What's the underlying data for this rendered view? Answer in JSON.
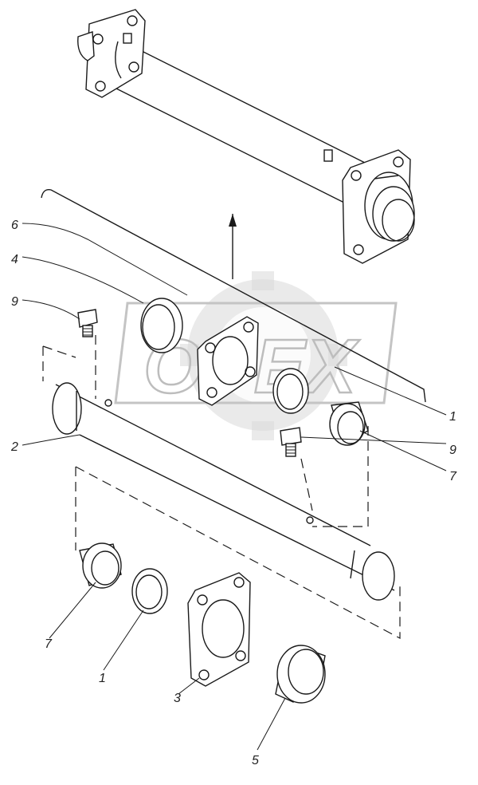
{
  "diagram": {
    "watermark_text": "OPEX",
    "callouts": {
      "c6": "6",
      "c4": "4",
      "c9a": "9",
      "c2": "2",
      "c1a": "1",
      "c9b": "9",
      "c7a": "7",
      "c7b": "7",
      "c1b": "1",
      "c3": "3",
      "c5": "5"
    }
  }
}
